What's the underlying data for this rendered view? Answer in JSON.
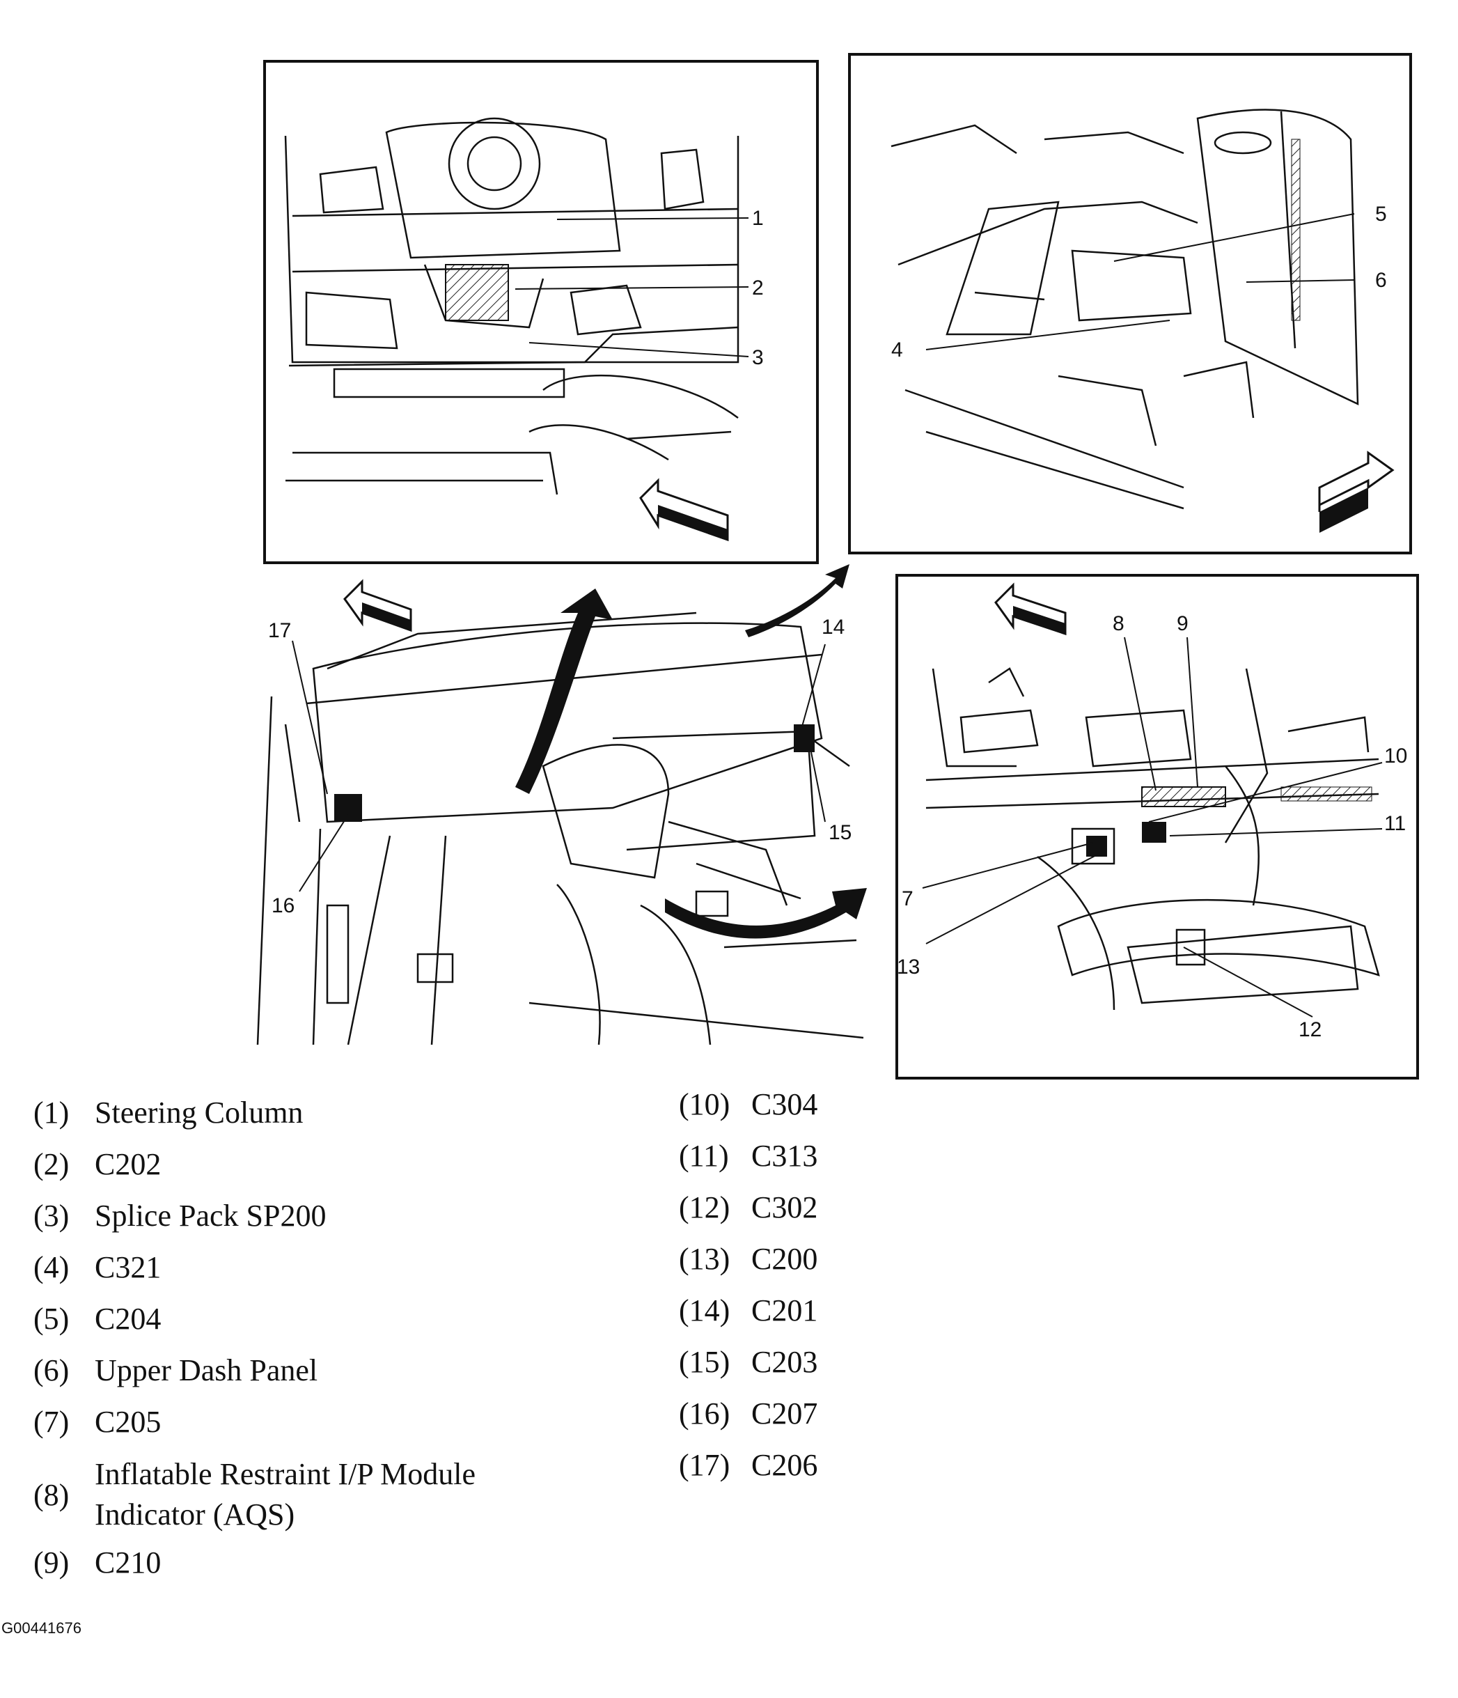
{
  "callouts": {
    "c1": "1",
    "c2": "2",
    "c3": "3",
    "c4": "4",
    "c5": "5",
    "c6": "6",
    "c7": "7",
    "c8": "8",
    "c9": "9",
    "c10": "10",
    "c11": "11",
    "c12": "12",
    "c13": "13",
    "c14": "14",
    "c15": "15",
    "c16": "16",
    "c17": "17"
  },
  "legend": [
    {
      "num": "(1)",
      "label": "Steering Column"
    },
    {
      "num": "(2)",
      "label": "C202"
    },
    {
      "num": "(3)",
      "label": "Splice Pack SP200"
    },
    {
      "num": "(4)",
      "label": "C321"
    },
    {
      "num": "(5)",
      "label": "C204"
    },
    {
      "num": "(6)",
      "label": "Upper Dash Panel"
    },
    {
      "num": "(7)",
      "label": "C205"
    },
    {
      "num": "(8)",
      "label_line1": "Inflatable Restraint I/P Module",
      "label_line2": "Indicator (AQS)"
    },
    {
      "num": "(9)",
      "label": "C210"
    },
    {
      "num": "(10)",
      "label": "C304"
    },
    {
      "num": "(11)",
      "label": "C313"
    },
    {
      "num": "(12)",
      "label": "C302"
    },
    {
      "num": "(13)",
      "label": "C200"
    },
    {
      "num": "(14)",
      "label": "C201"
    },
    {
      "num": "(15)",
      "label": "C203"
    },
    {
      "num": "(16)",
      "label": "C207"
    },
    {
      "num": "(17)",
      "label": "C206"
    }
  ],
  "figure_code": "G00441676"
}
